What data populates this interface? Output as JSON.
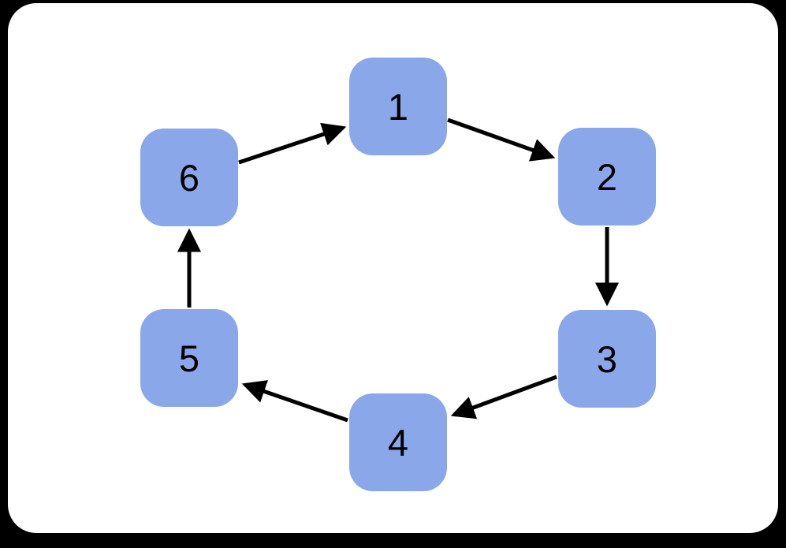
{
  "diagram": {
    "type": "directed-cycle",
    "description": "Six numbered nodes arranged in a hexagonal ring with arrows forming a clockwise cycle",
    "node_fill_color": "#8AA7E9",
    "arrow_color": "#000000",
    "card_background": "#ffffff",
    "page_background": "#000000",
    "nodes": [
      {
        "id": "1",
        "label": "1",
        "position": "top-center"
      },
      {
        "id": "2",
        "label": "2",
        "position": "upper-right"
      },
      {
        "id": "3",
        "label": "3",
        "position": "lower-right"
      },
      {
        "id": "4",
        "label": "4",
        "position": "bottom-center"
      },
      {
        "id": "5",
        "label": "5",
        "position": "lower-left"
      },
      {
        "id": "6",
        "label": "6",
        "position": "upper-left"
      }
    ],
    "edges": [
      {
        "from": "1",
        "to": "2"
      },
      {
        "from": "2",
        "to": "3"
      },
      {
        "from": "3",
        "to": "4"
      },
      {
        "from": "4",
        "to": "5"
      },
      {
        "from": "5",
        "to": "6"
      },
      {
        "from": "6",
        "to": "1"
      }
    ]
  }
}
